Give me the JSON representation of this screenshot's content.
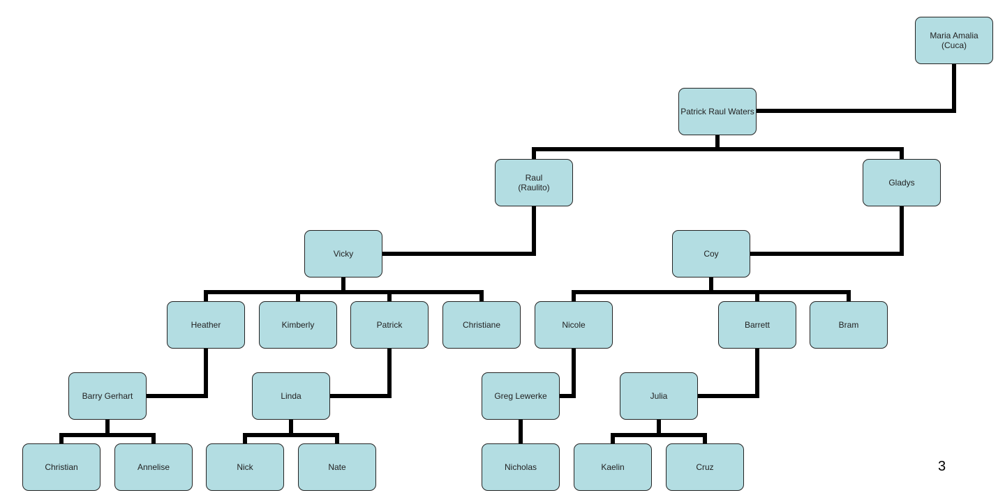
{
  "tree": {
    "nodes": [
      {
        "id": "maria",
        "label": "Maria Amalia\n(Cuca)"
      },
      {
        "id": "patrick-raul",
        "label": "Patrick Raul Waters"
      },
      {
        "id": "raul",
        "label": "Raul\n(Raulito)"
      },
      {
        "id": "gladys",
        "label": "Gladys"
      },
      {
        "id": "vicky",
        "label": "Vicky"
      },
      {
        "id": "coy",
        "label": "Coy"
      },
      {
        "id": "heather",
        "label": "Heather"
      },
      {
        "id": "kimberly",
        "label": "Kimberly"
      },
      {
        "id": "patrick",
        "label": "Patrick"
      },
      {
        "id": "christiane",
        "label": "Christiane"
      },
      {
        "id": "nicole",
        "label": "Nicole"
      },
      {
        "id": "barrett",
        "label": "Barrett"
      },
      {
        "id": "bram",
        "label": "Bram"
      },
      {
        "id": "barry",
        "label": "Barry Gerhart"
      },
      {
        "id": "linda",
        "label": "Linda"
      },
      {
        "id": "greg",
        "label": "Greg Lewerke"
      },
      {
        "id": "julia",
        "label": "Julia"
      },
      {
        "id": "christian",
        "label": "Christian"
      },
      {
        "id": "annelise",
        "label": "Annelise"
      },
      {
        "id": "nick",
        "label": "Nick"
      },
      {
        "id": "nate",
        "label": "Nate"
      },
      {
        "id": "nicholas",
        "label": "Nicholas"
      },
      {
        "id": "kaelin",
        "label": "Kaelin"
      },
      {
        "id": "cruz",
        "label": "Cruz"
      }
    ]
  },
  "page_number": "3",
  "colors": {
    "node_fill": "#b3dde2",
    "node_border": "#222222",
    "connector": "#000000"
  }
}
